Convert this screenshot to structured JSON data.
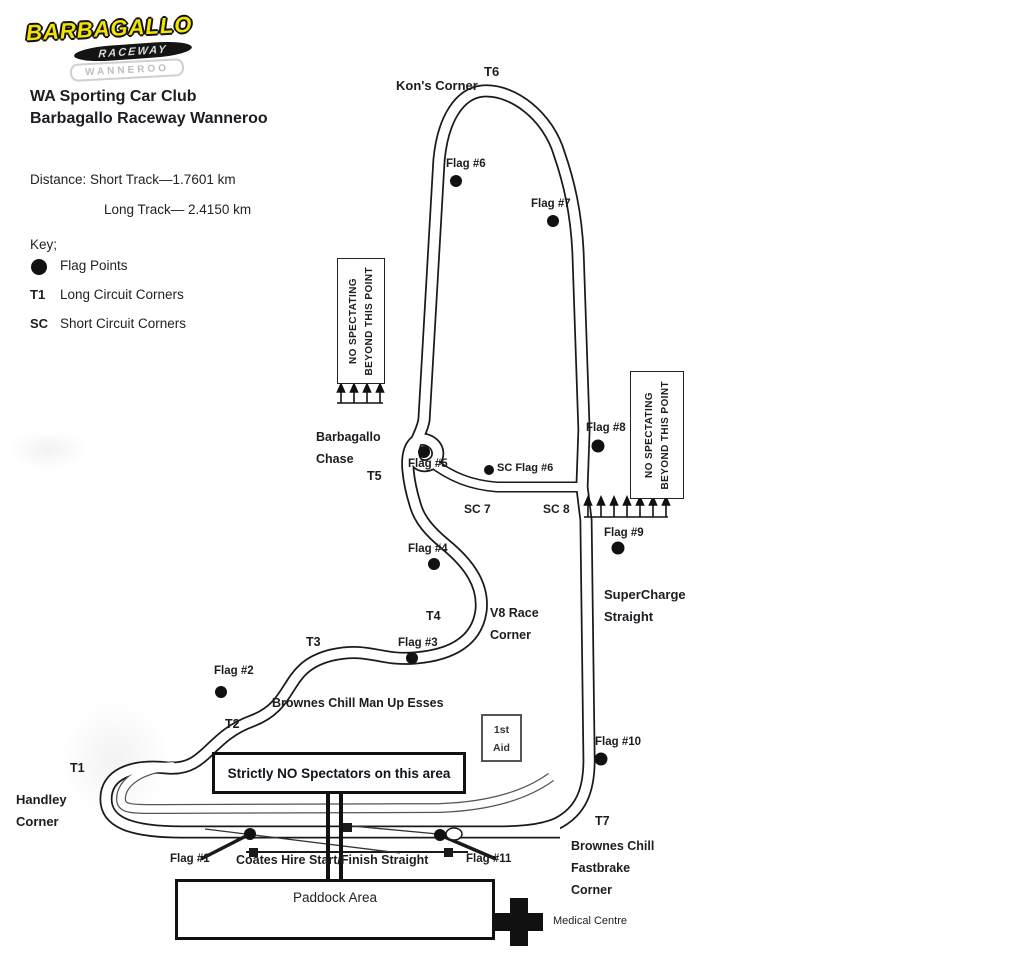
{
  "logo": {
    "primary": "BARBAGALLO",
    "secondary": "RACEWAY",
    "tertiary": "WANNEROO",
    "yellow": "#F2E300",
    "black": "#141414",
    "grey": "#BDBDBD"
  },
  "header": {
    "line1": "WA Sporting Car Club",
    "line2": "Barbagallo Raceway Wanneroo"
  },
  "info": {
    "distance_short": "Distance:  Short Track—1.7601 km",
    "distance_long": "Long Track— 2.4150  km",
    "key_title": "Key;",
    "key_flag_label": "Flag Points",
    "key_t1_symbol": "T1",
    "key_t1_label": "Long Circuit Corners",
    "key_sc_symbol": "SC",
    "key_sc_label": "Short Circuit Corners"
  },
  "map": {
    "corners": {
      "t1": "T1",
      "t2": "T2",
      "t3": "T3",
      "t4": "T4",
      "t5": "T5",
      "t6": "T6",
      "t7": "T7",
      "sc7": "SC 7",
      "sc8": "SC 8"
    },
    "names": {
      "kons": "Kon's Corner",
      "chase": {
        "line1": "Barbagallo",
        "line2": "Chase"
      },
      "v8": {
        "line1": "V8 Race",
        "line2": "Corner"
      },
      "supercharge": {
        "line1": "SuperCharge",
        "line2": "Straight"
      },
      "esses": "Brownes Chill Man Up Esses",
      "handley": {
        "line1": "Handley",
        "line2": "Corner"
      },
      "coates": "Coates Hire Start/Finish Straight",
      "fastbrake": {
        "line1": "Brownes Chill",
        "line2": "Fastbrake",
        "line3": "Corner"
      }
    },
    "flags": {
      "f1": "Flag #1",
      "f2": "Flag #2",
      "f3": "Flag #3",
      "f4": "Flag #4",
      "f5": "Flag #5",
      "f6": "Flag #6",
      "f7": "Flag #7",
      "f8": "Flag #8",
      "f9": "Flag #9",
      "f10": "Flag #10",
      "f11": "Flag #11",
      "sc6": "SC Flag #6"
    },
    "notices": {
      "no_spectating_line1": "NO SPECTATING",
      "no_spectating_line2": "BEYOND THIS POINT",
      "strictly": "Strictly NO Spectators on this area",
      "first_aid_line1": "1st",
      "first_aid_line2": "Aid",
      "paddock": "Paddock Area",
      "medical": "Medical Centre"
    },
    "track_color": "#1a1a1a"
  }
}
